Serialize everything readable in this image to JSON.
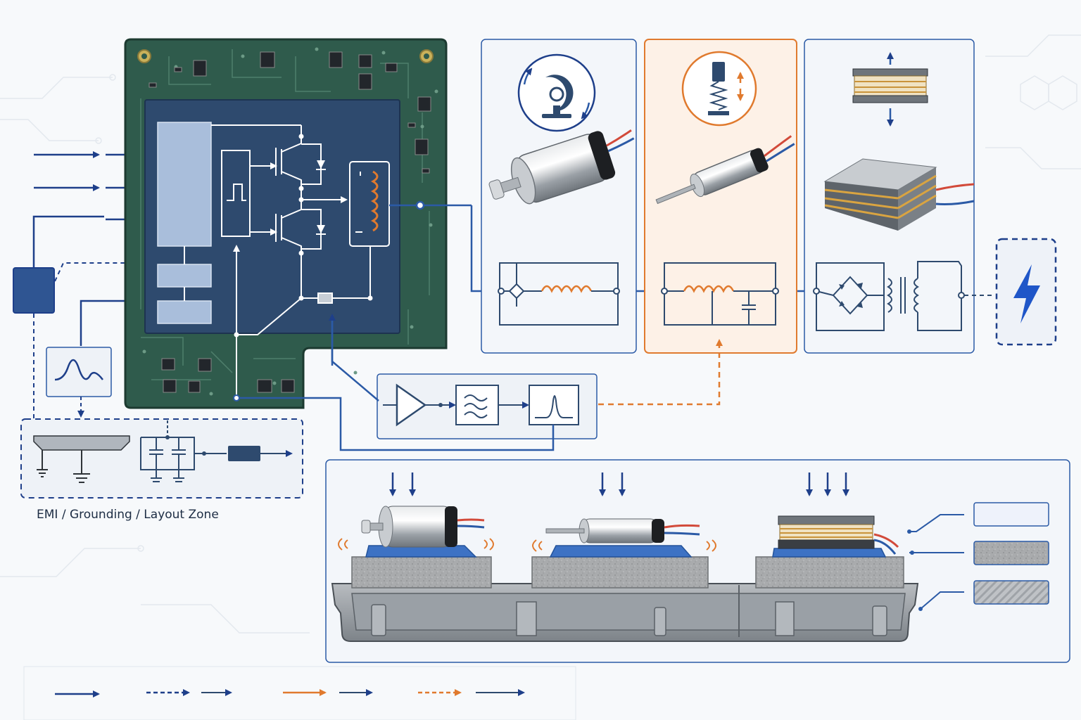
{
  "labels": {
    "emi_zone": "EMI / Grounding / Layout Zone"
  },
  "colors": {
    "navy": "#1e3f8a",
    "line_blue": "#2b5aa6",
    "orange": "#e07a2e",
    "pcb_green": "#2f5b4c",
    "pcb_dark": "#254a3e",
    "chip_bg": "#2e4a6e",
    "block_light": "#a9bedb",
    "panel_fill": "#f3f6fa",
    "orange_fill": "#fdf1e7",
    "damper_blue": "#3d72c4",
    "foam_grey": "#a7a9ab",
    "housing_grey": "#8e949a"
  },
  "icons": [
    "pcb-board",
    "driver-chip",
    "h-bridge",
    "coil-icon",
    "sense-resistor",
    "eccentric-rotating-mass-icon",
    "linear-resonant-actuator-icon",
    "piezo-stack-icon",
    "cylindrical-motor",
    "slim-motor",
    "piezo-actuator",
    "lightning-bolt-icon",
    "sine-wave-icon",
    "amplifier-icon",
    "filter-icon",
    "peak-detector-icon",
    "ground-symbol-icon",
    "capacitor-icon",
    "ferrite-bead-icon",
    "vibration-wave-icon",
    "force-arrow-icon",
    "material-swatch"
  ],
  "legend": [
    "solid-blue-arrow",
    "dashed-blue-arrow",
    "solid-orange-arrow",
    "dashed-orange-arrow"
  ]
}
